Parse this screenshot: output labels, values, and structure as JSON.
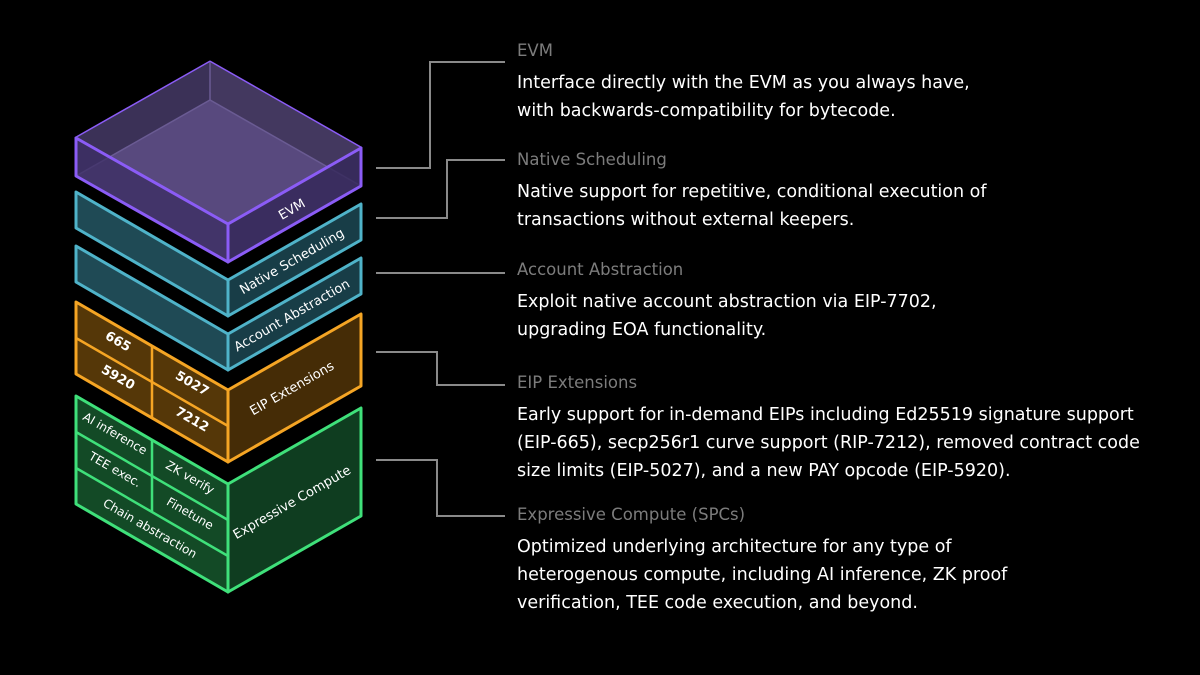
{
  "colors": {
    "background": "#000000",
    "evm": "#8b5cf6",
    "scheduling": "#4fb3c9",
    "account_abstraction": "#4fb3c9",
    "eip_extensions": "#f5a524",
    "expressive_compute": "#3fe07a",
    "connector": "#8a8a8a"
  },
  "layers": {
    "evm": {
      "label": "EVM"
    },
    "native_scheduling": {
      "label": "Native Scheduling"
    },
    "account_abstraction": {
      "label": "Account Abstraction"
    },
    "eip_extensions": {
      "label": "EIP Extensions",
      "cells": [
        "665",
        "5920",
        "5027",
        "7212"
      ]
    },
    "expressive_compute": {
      "label": "Expressive Compute",
      "cells": [
        "AI inference",
        "ZK verify",
        "TEE exec.",
        "Finetune",
        "Chain abstraction"
      ]
    }
  },
  "descriptions": [
    {
      "title": "EVM",
      "body": "Interface directly with the EVM as you always have,\nwith backwards-compatibility for bytecode."
    },
    {
      "title": "Native Scheduling",
      "body": "Native support for repetitive, conditional execution of\ntransactions without external keepers."
    },
    {
      "title": "Account Abstraction",
      "body": "Exploit native account abstraction via EIP-7702,\nupgrading EOA functionality."
    },
    {
      "title": "EIP Extensions",
      "body": "Early support for in-demand EIPs including Ed25519 signature support\n(EIP-665), secp256r1 curve support (RIP-7212), removed contract code\nsize limits (EIP-5027), and a new PAY opcode (EIP-5920)."
    },
    {
      "title": "Expressive Compute (SPCs)",
      "body": "Optimized underlying architecture for any type of\nheterogenous compute, including AI inference, ZK proof\nverification, TEE code execution, and beyond."
    }
  ]
}
